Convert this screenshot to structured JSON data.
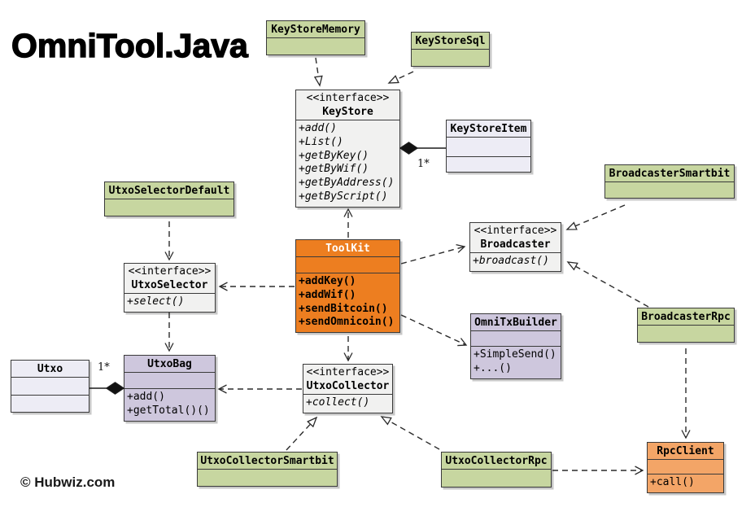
{
  "diagram_title": "OmniTool.Java",
  "copyright": "© Hubwiz.com",
  "stereotype_label": "<<interface>>",
  "colors": {
    "class_green": "#c7d6a0",
    "class_purple": "#cec7dd",
    "class_lavender": "#edecf5",
    "toolkit_orange": "#ed7e20",
    "rpcclient_orange": "#f3a567",
    "interface_gray": "#f1f1f0",
    "border": "#3a3a3a"
  },
  "classes": {
    "keystorememory": {
      "name": "KeyStoreMemory"
    },
    "keystoresql": {
      "name": "KeyStoreSql"
    },
    "keystore": {
      "name": "KeyStore",
      "methods": [
        "+add()",
        "+List()",
        "+getByKey()",
        "+getByWif()",
        "+getByAddress()",
        "+getByScript()"
      ]
    },
    "keystoreitem": {
      "name": "KeyStoreItem"
    },
    "utxoselectordefault": {
      "name": "UtxoSelectorDefault"
    },
    "utxoselector": {
      "name": "UtxoSelector",
      "methods": [
        "+select()"
      ]
    },
    "toolkit": {
      "name": "ToolKit",
      "methods": [
        "+addKey()",
        "+addWif()",
        "+sendBitcoin()",
        "+sendOmnicoin()"
      ]
    },
    "broadcaster": {
      "name": "Broadcaster",
      "methods": [
        "+broadcast()"
      ]
    },
    "broadcastersmartbit": {
      "name": "BroadcasterSmartbit"
    },
    "broadcasterrpc": {
      "name": "BroadcasterRpc"
    },
    "omnitxbuilder": {
      "name": "OmniTxBuilder",
      "methods": [
        "+SimpleSend()",
        "+...()"
      ]
    },
    "utxo": {
      "name": "Utxo"
    },
    "utxobag": {
      "name": "UtxoBag",
      "methods": [
        "+add()",
        "+getTotal()()"
      ]
    },
    "utxocollector": {
      "name": "UtxoCollector",
      "methods": [
        "+collect()"
      ]
    },
    "utxocollectorsmartbit": {
      "name": "UtxoCollectorSmartbit"
    },
    "utxocollectorrpc": {
      "name": "UtxoCollectorRpc"
    },
    "rpcclient": {
      "name": "RpcClient",
      "methods": [
        "+call()"
      ]
    }
  },
  "multiplicities": {
    "keystore_keystoreitem": "1*",
    "utxobag_utxo": "1*"
  }
}
